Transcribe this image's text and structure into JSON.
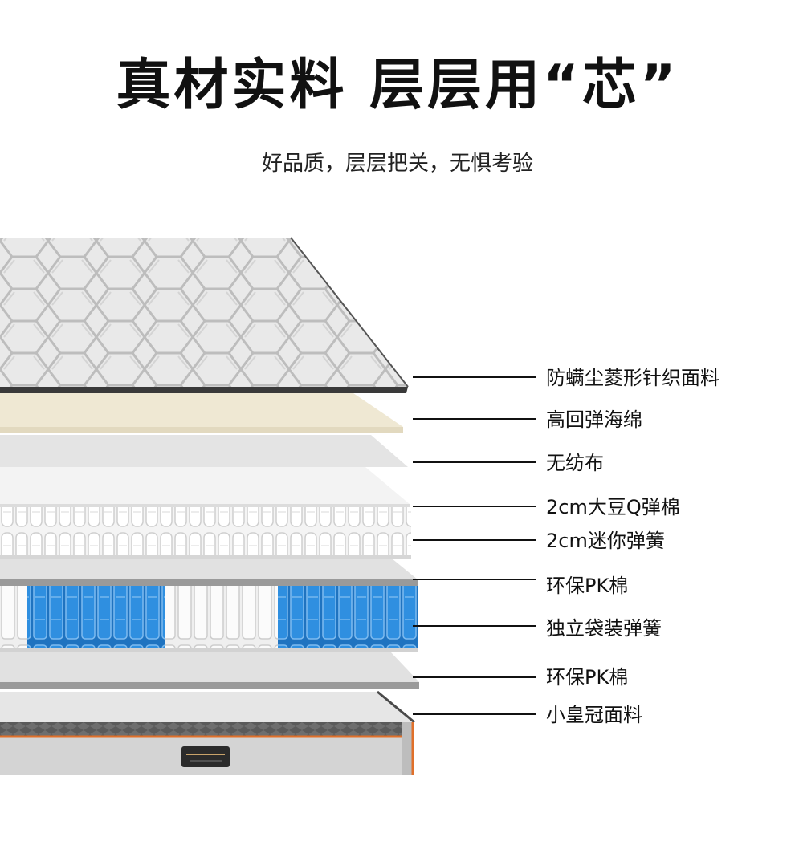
{
  "header": {
    "title": "真材实料 层层用“芯”",
    "subtitle": "好品质，层层把关，无惧考验"
  },
  "layers": [
    {
      "label": "防螨尘菱形针织面料"
    },
    {
      "label": "高回弹海绵"
    },
    {
      "label": "无纺布"
    },
    {
      "label": "2cm大豆Q弹棉"
    },
    {
      "label": "2cm迷你弹簧"
    },
    {
      "label": "环保PK棉"
    },
    {
      "label": "独立袋装弹簧"
    },
    {
      "label": "环保PK棉"
    },
    {
      "label": "小皇冠面料"
    }
  ],
  "colors": {
    "spring_blue": "#2f8fe0",
    "foam": "#f1ead7",
    "trim": "#e0702a"
  }
}
